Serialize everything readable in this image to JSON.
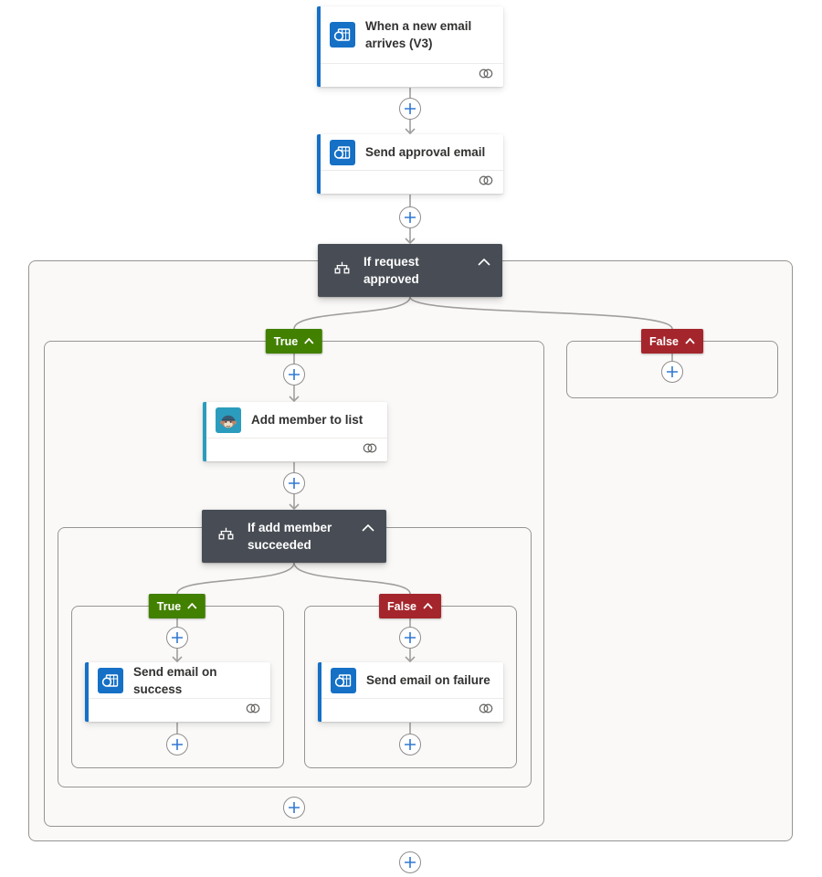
{
  "colors": {
    "card_accent_blue": "#1570c6",
    "mailchimp_accent": "#2b9cbd",
    "condition_bg": "#484d55",
    "true_badge": "#428000",
    "false_badge": "#a4262c",
    "connector_line": "#a19f9d",
    "plus_blue": "#3178d2",
    "scope_bg": "#faf9f7",
    "scope_border": "#979593"
  },
  "flow": {
    "trigger": {
      "title": "When a new email arrives (V3)",
      "icon": "outlook-icon"
    },
    "send_approval": {
      "title": "Send approval email",
      "icon": "approvals-icon"
    },
    "condition_request": {
      "title": "If request approved",
      "icon": "condition-icon"
    },
    "branch_request_true": {
      "label": "True"
    },
    "branch_request_false": {
      "label": "False"
    },
    "add_member": {
      "title": "Add member to list",
      "icon": "mailchimp-icon"
    },
    "condition_add_member": {
      "title": "If add member succeeded",
      "icon": "condition-icon"
    },
    "branch_add_true": {
      "label": "True"
    },
    "branch_add_false": {
      "label": "False"
    },
    "send_success": {
      "title": "Send email on success",
      "icon": "outlook-icon"
    },
    "send_failure": {
      "title": "Send email on failure",
      "icon": "outlook-icon"
    }
  }
}
